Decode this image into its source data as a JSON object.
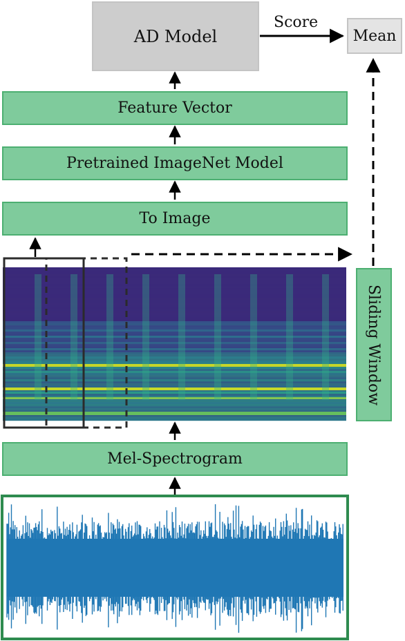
{
  "diagram": {
    "ad_model": "AD Model",
    "score": "Score",
    "mean": "Mean",
    "feature_vector": "Feature Vector",
    "pretrained_model": "Pretrained ImageNet Model",
    "to_image": "To Image",
    "mel_spectrogram": "Mel-Spectrogram",
    "sliding_window": "Sliding Window"
  },
  "colors": {
    "box_green": "#7fcb9c",
    "box_green_border": "#4caf71",
    "ad_model_gray": "#cdcdcd",
    "mean_gray": "#e4e4e4",
    "waveform_blue": "#1f77b4",
    "waveform_frame": "#2e8b4f",
    "spectrogram_low": "#3b2a7a",
    "spectrogram_mid": "#2a9a8a",
    "spectrogram_high": "#d8e21f"
  }
}
